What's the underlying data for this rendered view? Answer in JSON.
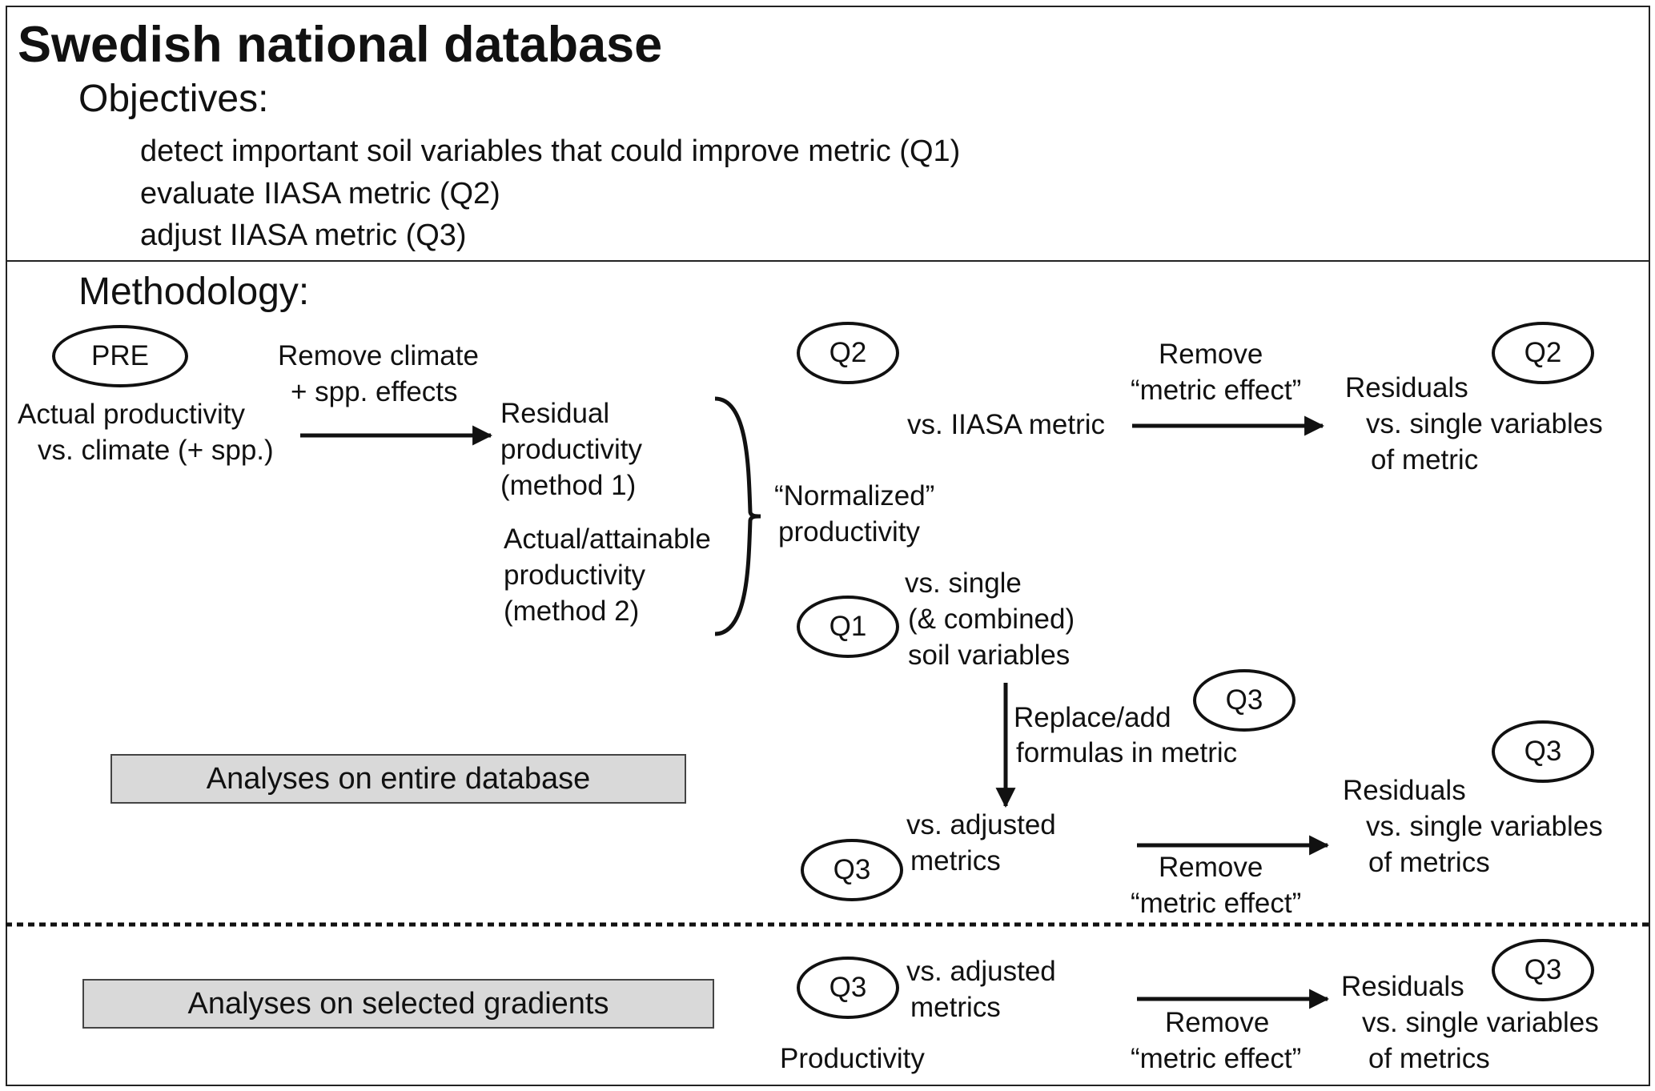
{
  "title": "Swedish national database",
  "objectives": {
    "heading": "Objectives:",
    "items": [
      "detect important soil variables that could improve metric (Q1)",
      "evaluate IIASA metric (Q2)",
      "adjust IIASA metric (Q3)"
    ]
  },
  "methodology": {
    "heading": "Methodology:",
    "pre_oval": "PRE",
    "actual_prod": [
      "Actual productivity",
      "vs. climate (+ spp.)"
    ],
    "remove_climate": [
      "Remove climate",
      "+ spp. effects"
    ],
    "residual_prod": [
      "Residual",
      "productivity",
      "(method 1)"
    ],
    "attainable_prod": [
      "Actual/attainable",
      "productivity",
      "(method 2)"
    ],
    "normalized": [
      "“Normalized”",
      "productivity"
    ],
    "q2_oval_a": "Q2",
    "vs_iiasa": "vs. IIASA metric",
    "remove_metric_a": [
      "Remove",
      "“metric effect”"
    ],
    "q2_oval_b": "Q2",
    "residuals_a": [
      "Residuals",
      "vs. single variables",
      "of metric"
    ],
    "q1_oval": "Q1",
    "vs_single_soil": [
      "vs. single",
      "(& combined)",
      "soil variables"
    ],
    "replace_add": [
      "Replace/add",
      "formulas in metric"
    ],
    "q3_oval_replace": "Q3",
    "q3_oval_residual": "Q3",
    "q3_oval_adjusted": "Q3",
    "vs_adjusted_a": [
      "vs. adjusted",
      "metrics"
    ],
    "remove_metric_b": [
      "Remove",
      "“metric effect”"
    ],
    "residuals_b": [
      "Residuals",
      "vs. single variables",
      "of metrics"
    ],
    "analyses_entire": "Analyses on entire database"
  },
  "gradients": {
    "analyses_selected": "Analyses on selected gradients",
    "q3_oval_left": "Q3",
    "vs_adjusted": [
      "vs. adjusted",
      "metrics"
    ],
    "productivity": "Productivity",
    "remove_metric": [
      "Remove",
      "“metric effect”"
    ],
    "residuals": [
      "Residuals",
      "vs. single variables",
      "of metrics"
    ],
    "q3_oval_right": "Q3"
  }
}
